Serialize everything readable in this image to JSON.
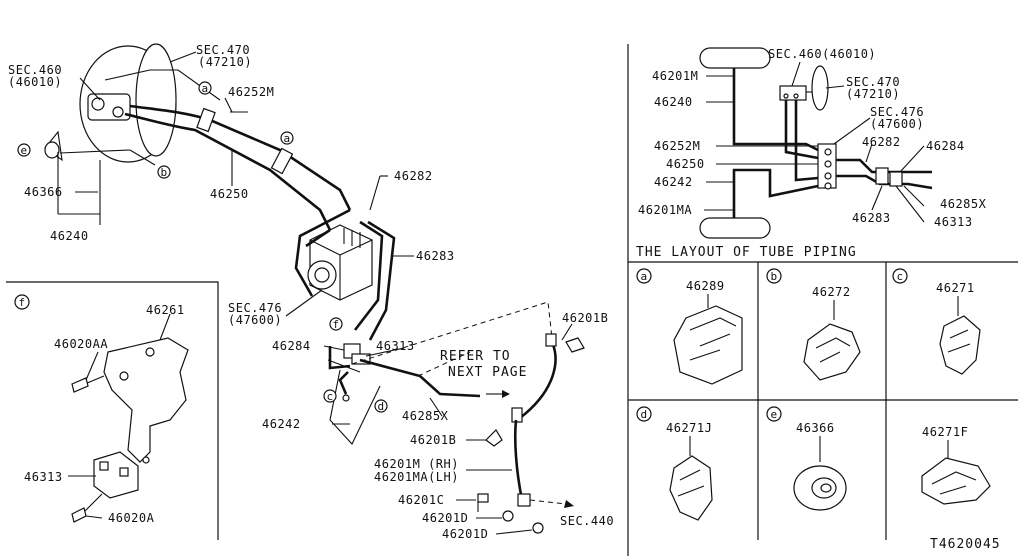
{
  "drawing_id": "T4620045",
  "main": {
    "labels": {
      "sec460": "SEC.460",
      "sec460_sub": "(46010)",
      "sec470": "SEC.470",
      "sec470_sub": "(47210)",
      "p46252M": "46252M",
      "p46250": "46250",
      "p46366": "46366",
      "p46240": "46240",
      "p46282": "46282",
      "p46283": "46283",
      "sec476": "SEC.476",
      "sec476_sub": "(47600)",
      "p46284": "46284",
      "p46313": "46313",
      "p46285X": "46285X",
      "p46242": "46242",
      "p46201B_top": "46201B",
      "p46201B_mid": "46201B",
      "p46201M": "46201M (RH)",
      "p46201MA": "46201MA(LH)",
      "p46201C": "46201C",
      "p46201D_a": "46201D",
      "p46201D_b": "46201D",
      "sec440": "SEC.440",
      "refer1": "REFER TO",
      "refer2": "NEXT PAGE"
    },
    "callouts": [
      "a",
      "a",
      "b",
      "c",
      "d",
      "e",
      "f"
    ]
  },
  "inset_f": {
    "letter": "f",
    "labels": {
      "p46261": "46261",
      "p46020AA": "46020AA",
      "p46313": "46313",
      "p46020A": "46020A"
    }
  },
  "layout_panel": {
    "title": "THE LAYOUT OF TUBE PIPING",
    "labels": {
      "p46201M": "46201M",
      "p46240": "46240",
      "p46252M": "46252M",
      "p46250": "46250",
      "p46242": "46242",
      "p46201MA": "46201MA",
      "sec460": "SEC.460(46010)",
      "sec470": "SEC.470",
      "sec470_sub": "(47210)",
      "sec476": "SEC.476",
      "sec476_sub": "(47600)",
      "p46282": "46282",
      "p46284": "46284",
      "p46283": "46283",
      "p46285X": "46285X",
      "p46313": "46313"
    }
  },
  "clip_grid": [
    {
      "letter": "a",
      "part": "46289"
    },
    {
      "letter": "b",
      "part": "46272"
    },
    {
      "letter": "c",
      "part": "46271"
    },
    {
      "letter": "d",
      "part": "46271J"
    },
    {
      "letter": "e",
      "part": "46366"
    },
    {
      "letter": "",
      "part": "46271F"
    }
  ]
}
